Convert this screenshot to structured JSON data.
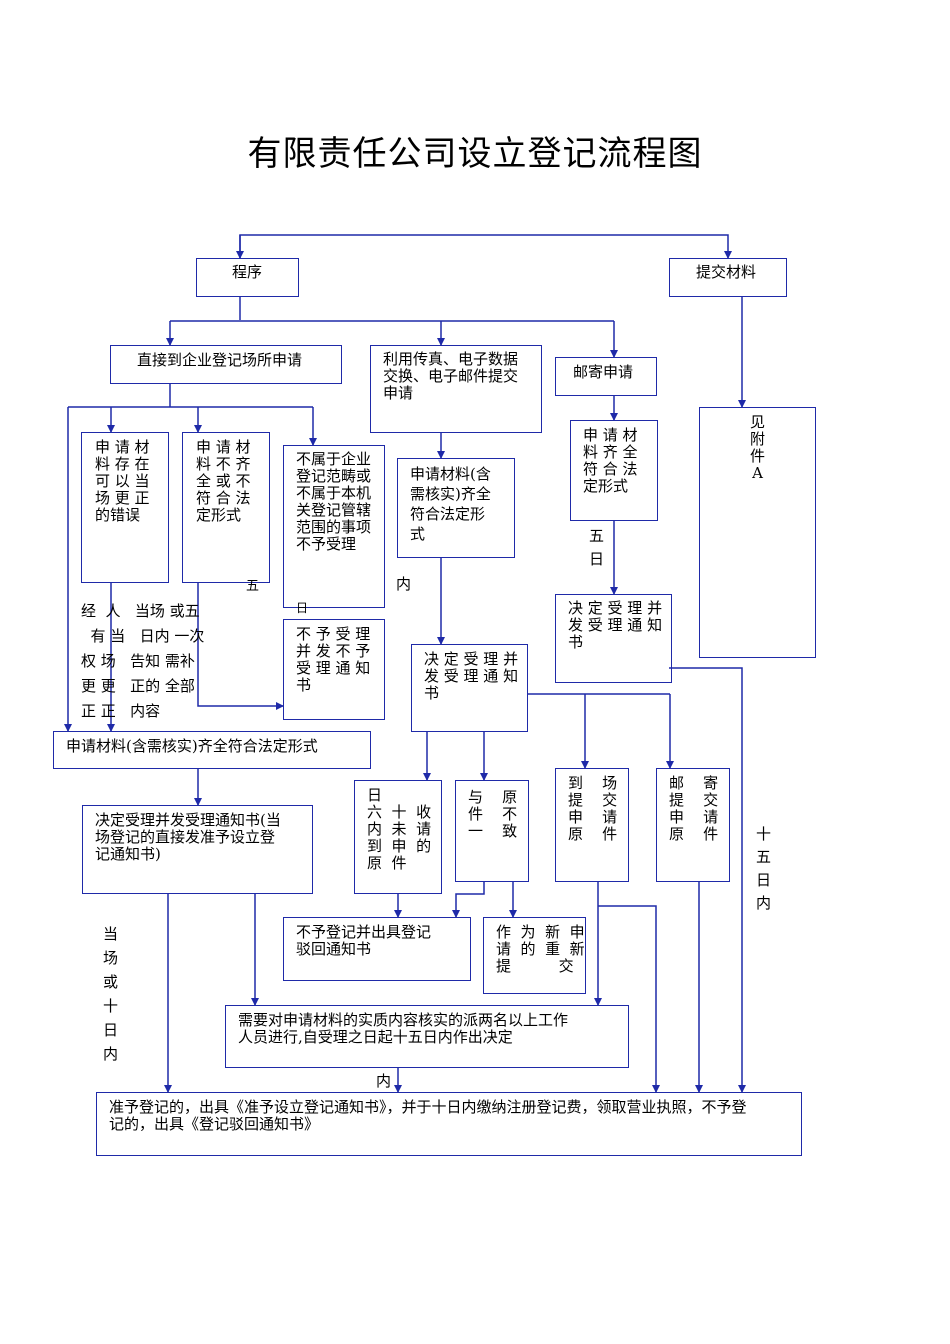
{
  "title": "有限责任公司设立登记流程图",
  "colors": {
    "line": "#1f2aa8",
    "text": "#000000"
  },
  "nodes": {
    "procedure": "程序",
    "submit_materials": "提交材料",
    "direct_apply": "直接到企业登记场所申请",
    "electronic_submit": "利用传真、电子数据\n交换、电子邮件提交\n申请",
    "mail_apply": "邮寄申请",
    "see_attachment": "见\n附\n件\nA",
    "correctable_errors": "申 请 材\n料 存 在\n可 以 当\n场 更 正\n的错误",
    "incomplete": "申 请 材\n料 不 齐\n全 或 不\n符 合 法\n定形式",
    "out_of_scope": "不属于企业\n登记范畴或\n不属于本机\n关登记管辖\n范围的事项\n不予受理",
    "e_complete": "申请材料(含\n需核实)齐全\n符合法定形\n式",
    "mail_complete": "申 请 材\n料 齐 全\n符 合 法\n定形式",
    "reject_notice": "不 予 受 理\n并 发 不 予\n受 理 通 知\n书",
    "e_accept": "决 定 受 理 并\n发 受 理 通 知\n书",
    "mail_accept": "决 定 受 理 并\n发 受 理 通 知\n书",
    "direct_complete": "申请材料(含需核实)齐全符合法定形式",
    "direct_accept": "决定受理并发受理通知书(当\n场登记的直接发准予设立登\n记通知书)",
    "e_not_received": "日\n六  十  收\n内  未  请\n到  申  的\n原  件",
    "e_inconsistent": "与    原\n件    不\n一    致",
    "e_onsite": "到    场\n提    交\n申    请\n原    件",
    "e_mail_original": "邮    寄\n提    交\n申    请\n原    件",
    "no_register_notice": "不予登记并出具登记\n驳回通知书",
    "new_application": "作  为  新  申\n请  的  重  新\n提          交",
    "verify_process": "需要对申请材料的实质内容核实的派两名以上工作\n人员进行,自受理之日起十五日内作出决定",
    "final_decision": "准予登记的，出具《准予设立登记通知书》，并于十日内缴纳注册登记费，领取营业执照，不予登\n记的，出具《登记驳回通知书》"
  },
  "annotations": {
    "staff_note": "经  人   当场 或五\n  有 当   日内 一次\n权 场   告知 需补\n更 更   正的 全部\n正 正   内容",
    "five_day_mark": "五",
    "inner_mark_1": "内",
    "day_mark": "日",
    "five_days_vertical": "五\n日",
    "fifteen_days_vertical": "十\n五\n日\n内",
    "onsite_or_ten_days": "当\n场\n或\n十\n日\n内",
    "inner_mark_2": "内"
  }
}
